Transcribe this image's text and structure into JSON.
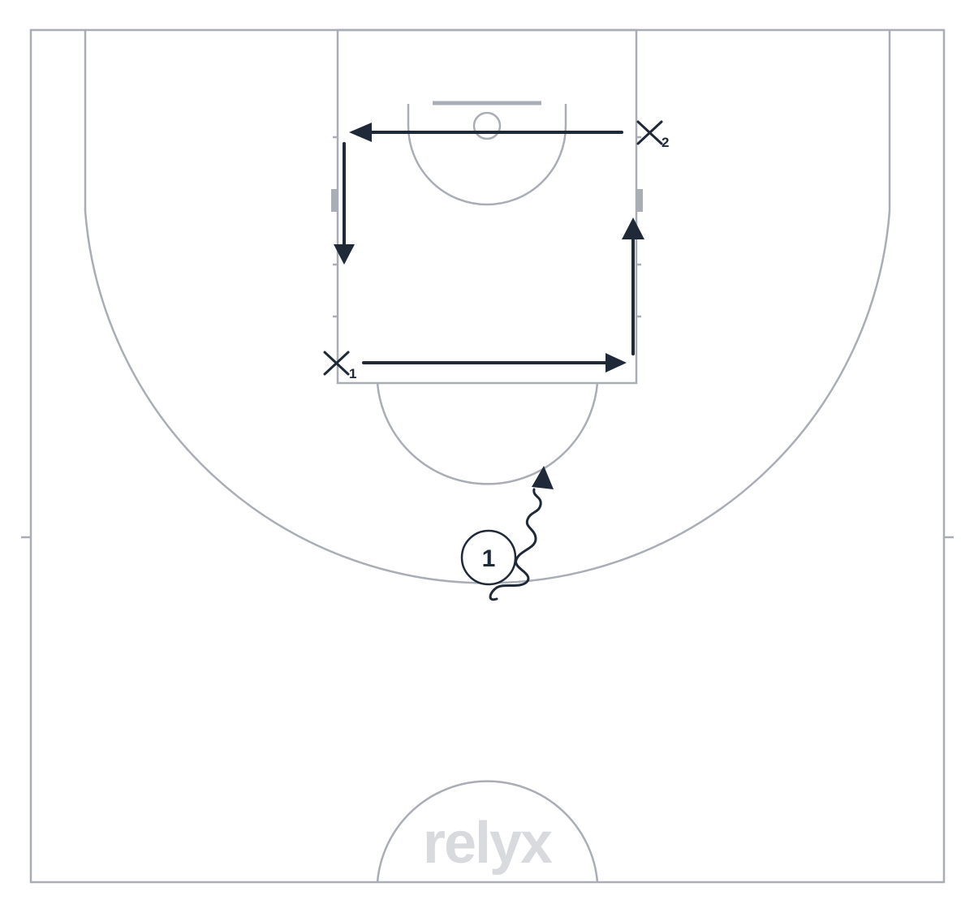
{
  "watermark": "relyx",
  "defenders": [
    {
      "symbol": "X",
      "number": "1"
    },
    {
      "symbol": "X",
      "number": "2"
    }
  ],
  "offense": [
    {
      "number": "1"
    }
  ],
  "colors": {
    "court_lines": "#a9adb5",
    "movement": "#1f2937",
    "watermark": "#d9dade"
  },
  "actions": [
    "cut",
    "cut",
    "cut",
    "cut",
    "dribble"
  ]
}
